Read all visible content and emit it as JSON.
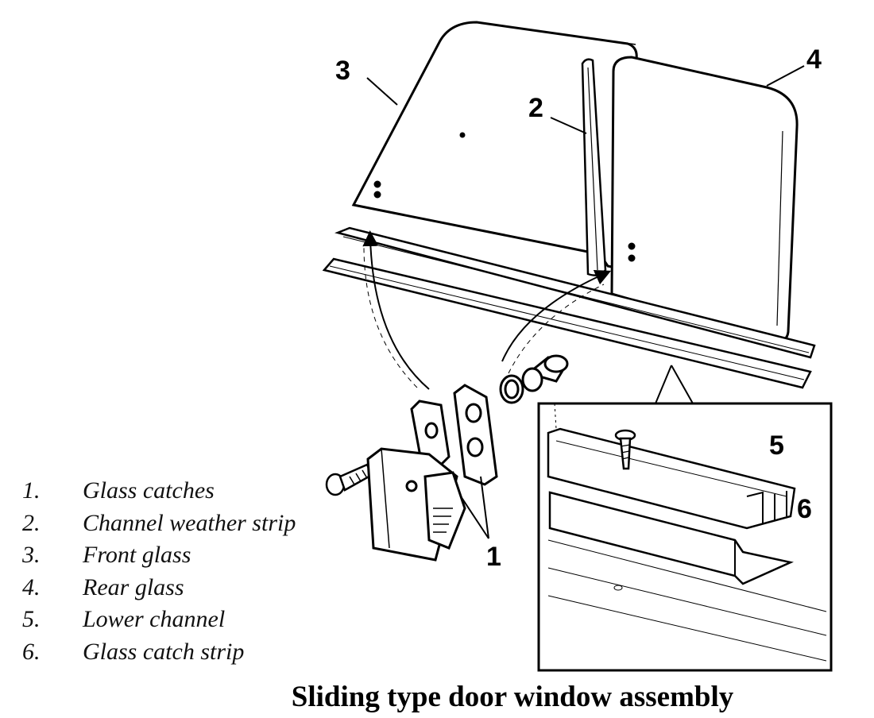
{
  "callouts": {
    "c1": "1",
    "c2": "2",
    "c3": "3",
    "c4": "4",
    "c5": "5",
    "c6": "6"
  },
  "legend": [
    {
      "num": "1.",
      "label": "Glass catches"
    },
    {
      "num": "2.",
      "label": "Channel weather strip"
    },
    {
      "num": "3.",
      "label": "Front glass"
    },
    {
      "num": "4.",
      "label": "Rear glass"
    },
    {
      "num": "5.",
      "label": "Lower channel"
    },
    {
      "num": "6.",
      "label": "Glass catch strip"
    }
  ],
  "caption": "Sliding type door window assembly",
  "colors": {
    "ink": "#000000",
    "paper": "#ffffff"
  }
}
